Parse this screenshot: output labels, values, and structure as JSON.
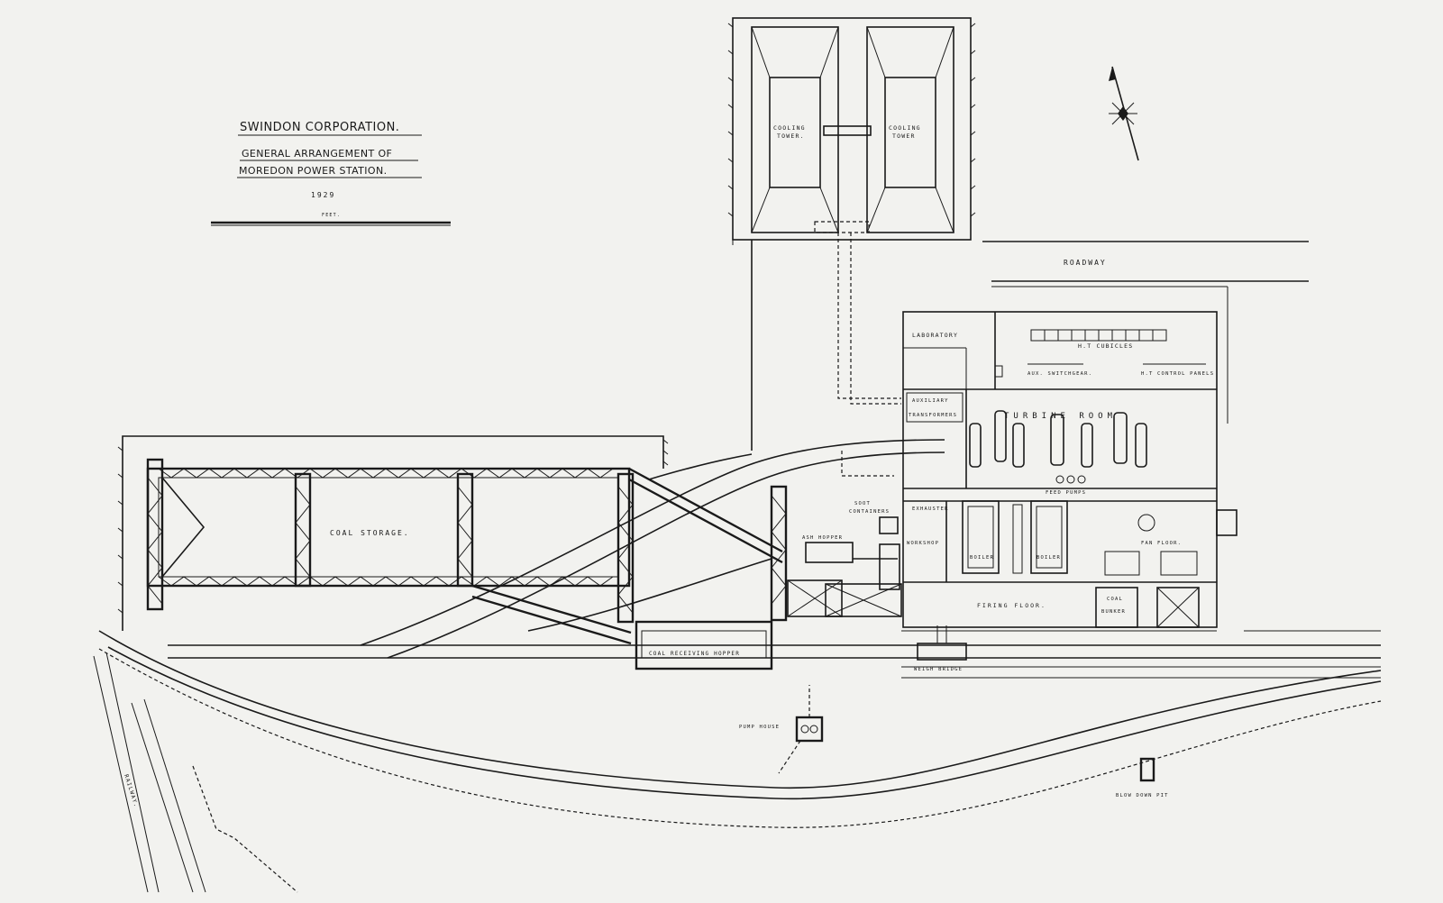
{
  "title_block": {
    "title": "SWINDON CORPORATION.",
    "subtitle_line1": "GENERAL ARRANGEMENT OF",
    "subtitle_line2": "MOREDON POWER STATION.",
    "year": "1929",
    "scale_unit": "FEET."
  },
  "labels": {
    "cooling_tower_left": [
      "COOLING",
      "TOWER."
    ],
    "cooling_tower_right": [
      "COOLING",
      "TOWER"
    ],
    "roadway": "ROADWAY",
    "laboratory": "LABORATORY",
    "ht_cubicles": "H.T CUBICLES",
    "aux_switchgear": "AUX. SWITCHGEAR.",
    "ht_control_panels": "H.T CONTROL PANELS",
    "auxiliary": "AUXILIARY",
    "transformers": "TRANSFORMERS",
    "turbine_room": "TURBINE ROOM",
    "feed_pumps": "FEED PUMPS",
    "soot": "SOOT",
    "containers": "CONTAINERS",
    "exhauster": "EXHAUSTER",
    "workshop": "WORKSHOP",
    "boiler_1": "BOILER",
    "boiler_2": "BOILER",
    "fan_floor": "FAN FLOOR.",
    "firing_floor": "FIRING FLOOR.",
    "coal": "COAL",
    "bunker": "BUNKER",
    "coal_storage": "COAL STORAGE.",
    "ash_hopper": "ASH HOPPER",
    "coal_receiving_hopper": "COAL RECEIVING HOPPER",
    "weigh_bridge": "WEIGH BRIDGE",
    "pump_house": "PUMP HOUSE",
    "blow_down_pit": "BLOW DOWN PIT",
    "railway": "RAILWAY."
  }
}
